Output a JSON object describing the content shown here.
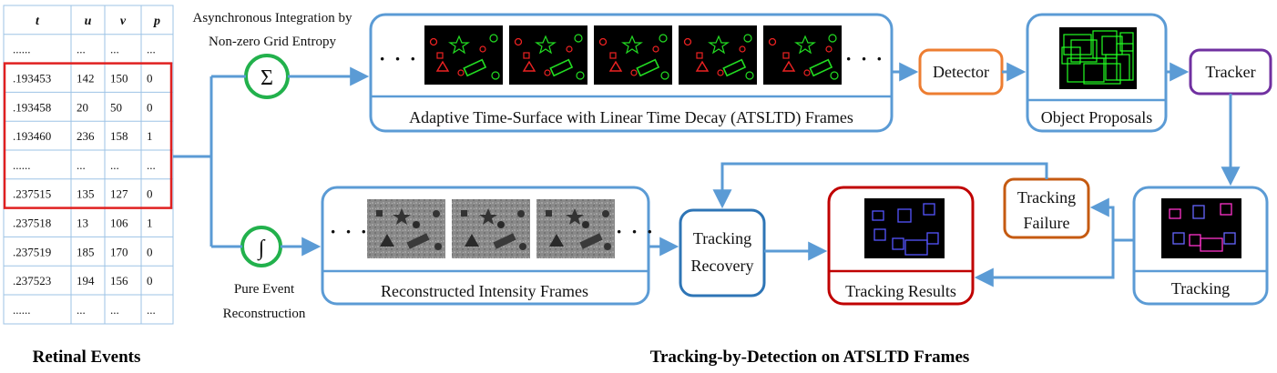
{
  "events_table": {
    "headers": [
      "t",
      "u",
      "v",
      "p"
    ],
    "rows": [
      [
        "......",
        "...",
        "...",
        "..."
      ],
      [
        ".193453",
        "142",
        "150",
        "0"
      ],
      [
        ".193458",
        "20",
        "50",
        "0"
      ],
      [
        ".193460",
        "236",
        "158",
        "1"
      ],
      [
        "......",
        "...",
        "...",
        "..."
      ],
      [
        ".237515",
        "135",
        "127",
        "0"
      ],
      [
        ".237518",
        "13",
        "106",
        "1"
      ],
      [
        ".237519",
        "185",
        "170",
        "0"
      ],
      [
        ".237523",
        "194",
        "156",
        "0"
      ],
      [
        "......",
        "...",
        "...",
        "..."
      ]
    ],
    "caption": "Retinal Events"
  },
  "integration": {
    "label_line1": "Asynchronous Integration by",
    "label_line2": "Non-zero Grid Entropy",
    "symbol": "Σ"
  },
  "reconstruction": {
    "label_line1": "Pure Event",
    "label_line2": "Reconstruction",
    "symbol": "∫"
  },
  "atsltd_frames": {
    "label": "Adaptive Time-Surface with Linear Time Decay (ATSLTD) Frames",
    "ellipsis": "· · ·"
  },
  "intensity_frames": {
    "label": "Reconstructed Intensity Frames",
    "ellipsis": "· · ·"
  },
  "detector": {
    "label": "Detector"
  },
  "proposals": {
    "label": "Object Proposals"
  },
  "tracker": {
    "label": "Tracker"
  },
  "tracking": {
    "label": "Tracking"
  },
  "failure": {
    "label_line1": "Tracking",
    "label_line2": "Failure"
  },
  "recovery": {
    "label_line1": "Tracking",
    "label_line2": "Recovery"
  },
  "results": {
    "label": "Tracking Results"
  },
  "main_caption": "Tracking-by-Detection on ATSLTD Frames",
  "colors": {
    "flow": "#5b9bd5",
    "integration_ring": "#22b14c",
    "detector": "#ed7d31",
    "tracker": "#7030a0",
    "failure": "#c55a11",
    "recovery": "#2e75b6",
    "results": "#c00000",
    "highlight": "#e02020"
  }
}
